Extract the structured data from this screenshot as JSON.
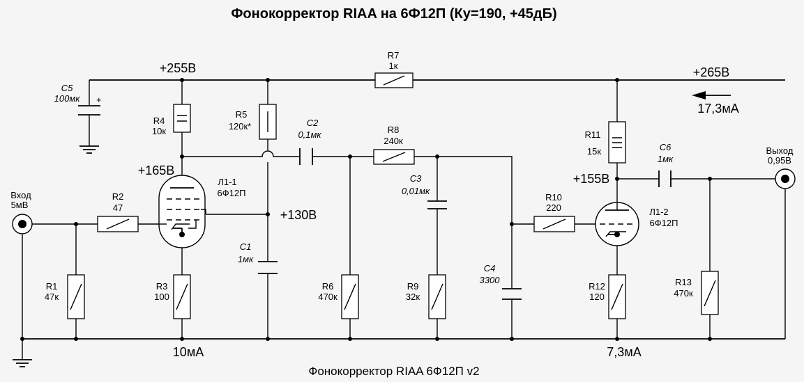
{
  "title": "Фонокорректор RIAA на 6Ф12П (Ку=190, +45дБ)",
  "footer": "Фонокорректор RIAA 6Ф12П v2",
  "supply": {
    "left": "+255В",
    "right": "+265В",
    "current": "17,3мА"
  },
  "nodes": {
    "anode1": "+165В",
    "cathode_bypass": "+130В",
    "anode2": "+155В",
    "current1": "10мА",
    "current2": "7,3мА"
  },
  "input": {
    "name": "Вход",
    "level": "5мВ"
  },
  "output": {
    "name": "Выход",
    "level": "0,95В"
  },
  "tubes": [
    {
      "ref": "Л1-1",
      "type": "6Ф12П"
    },
    {
      "ref": "Л1-2",
      "type": "6Ф12П"
    }
  ],
  "components": {
    "C5": {
      "ref": "C5",
      "value": "100мк"
    },
    "R4": {
      "ref": "R4",
      "value": "10к"
    },
    "R5": {
      "ref": "R5",
      "value": "120к*"
    },
    "R7": {
      "ref": "R7",
      "value": "1к"
    },
    "C2": {
      "ref": "C2",
      "value": "0,1мк"
    },
    "R8": {
      "ref": "R8",
      "value": "240к"
    },
    "C3": {
      "ref": "C3",
      "value": "0,01мк"
    },
    "R2": {
      "ref": "R2",
      "value": "47"
    },
    "R1": {
      "ref": "R1",
      "value": "47к"
    },
    "R3": {
      "ref": "R3",
      "value": "100"
    },
    "C1": {
      "ref": "C1",
      "value": "1мк"
    },
    "R6": {
      "ref": "R6",
      "value": "470к"
    },
    "R9": {
      "ref": "R9",
      "value": "32к"
    },
    "C4": {
      "ref": "C4",
      "value": "3300"
    },
    "R10": {
      "ref": "R10",
      "value": "220"
    },
    "R11": {
      "ref": "R11",
      "value": "15к"
    },
    "C6": {
      "ref": "C6",
      "value": "1мк"
    },
    "R12": {
      "ref": "R12",
      "value": "120"
    },
    "R13": {
      "ref": "R13",
      "value": "470к"
    }
  }
}
